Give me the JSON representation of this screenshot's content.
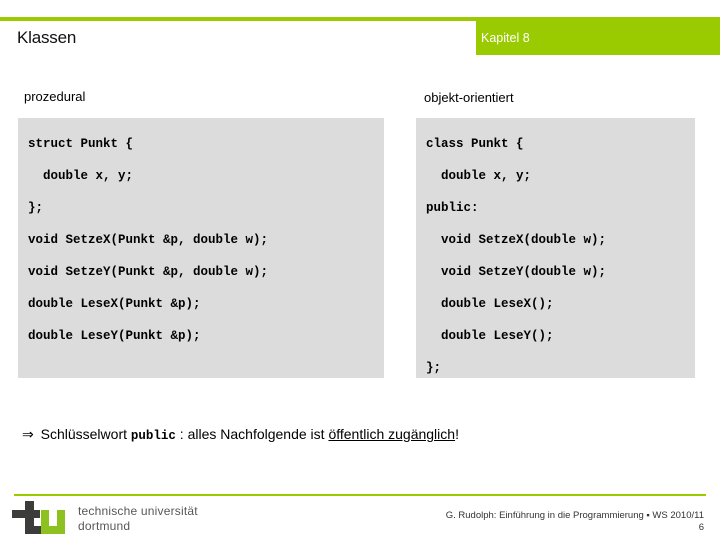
{
  "header": {
    "title": "Klassen",
    "chapter": "Kapitel 8",
    "accent_color": "#9ACA00"
  },
  "columns": {
    "left_caption": "prozedural",
    "right_caption": "objekt-orientiert"
  },
  "code_panels": {
    "background_color": "#DCDCDC",
    "left": {
      "lines": [
        "struct Punkt {",
        "  double x, y;",
        "};",
        "void SetzeX(Punkt &p, double w);",
        "void SetzeY(Punkt &p, double w);",
        "double LeseX(Punkt &p);",
        "double LeseY(Punkt &p);"
      ]
    },
    "right": {
      "lines": [
        "class Punkt {",
        "  double x, y;",
        "public:",
        "  void SetzeX(double w);",
        "  void SetzeY(double w);",
        "  double LeseX();",
        "  double LeseY();",
        "};"
      ]
    }
  },
  "conclusion": {
    "arrow": "⇒",
    "text_before": "Schlüsselwort",
    "keyword": "public",
    "text_middle": ": alles Nachfolgende ist",
    "underlined": "öffentlich zugänglich",
    "text_after": "!"
  },
  "footer": {
    "logo_line1": "technische universität",
    "logo_line2": "dortmund",
    "logo_t_color": "#3C3C3B",
    "logo_u_color": "#8DC11F",
    "credit": "G. Rudolph: Einführung in die Programmierung ▪ WS 2010/11",
    "page_number": "6"
  }
}
